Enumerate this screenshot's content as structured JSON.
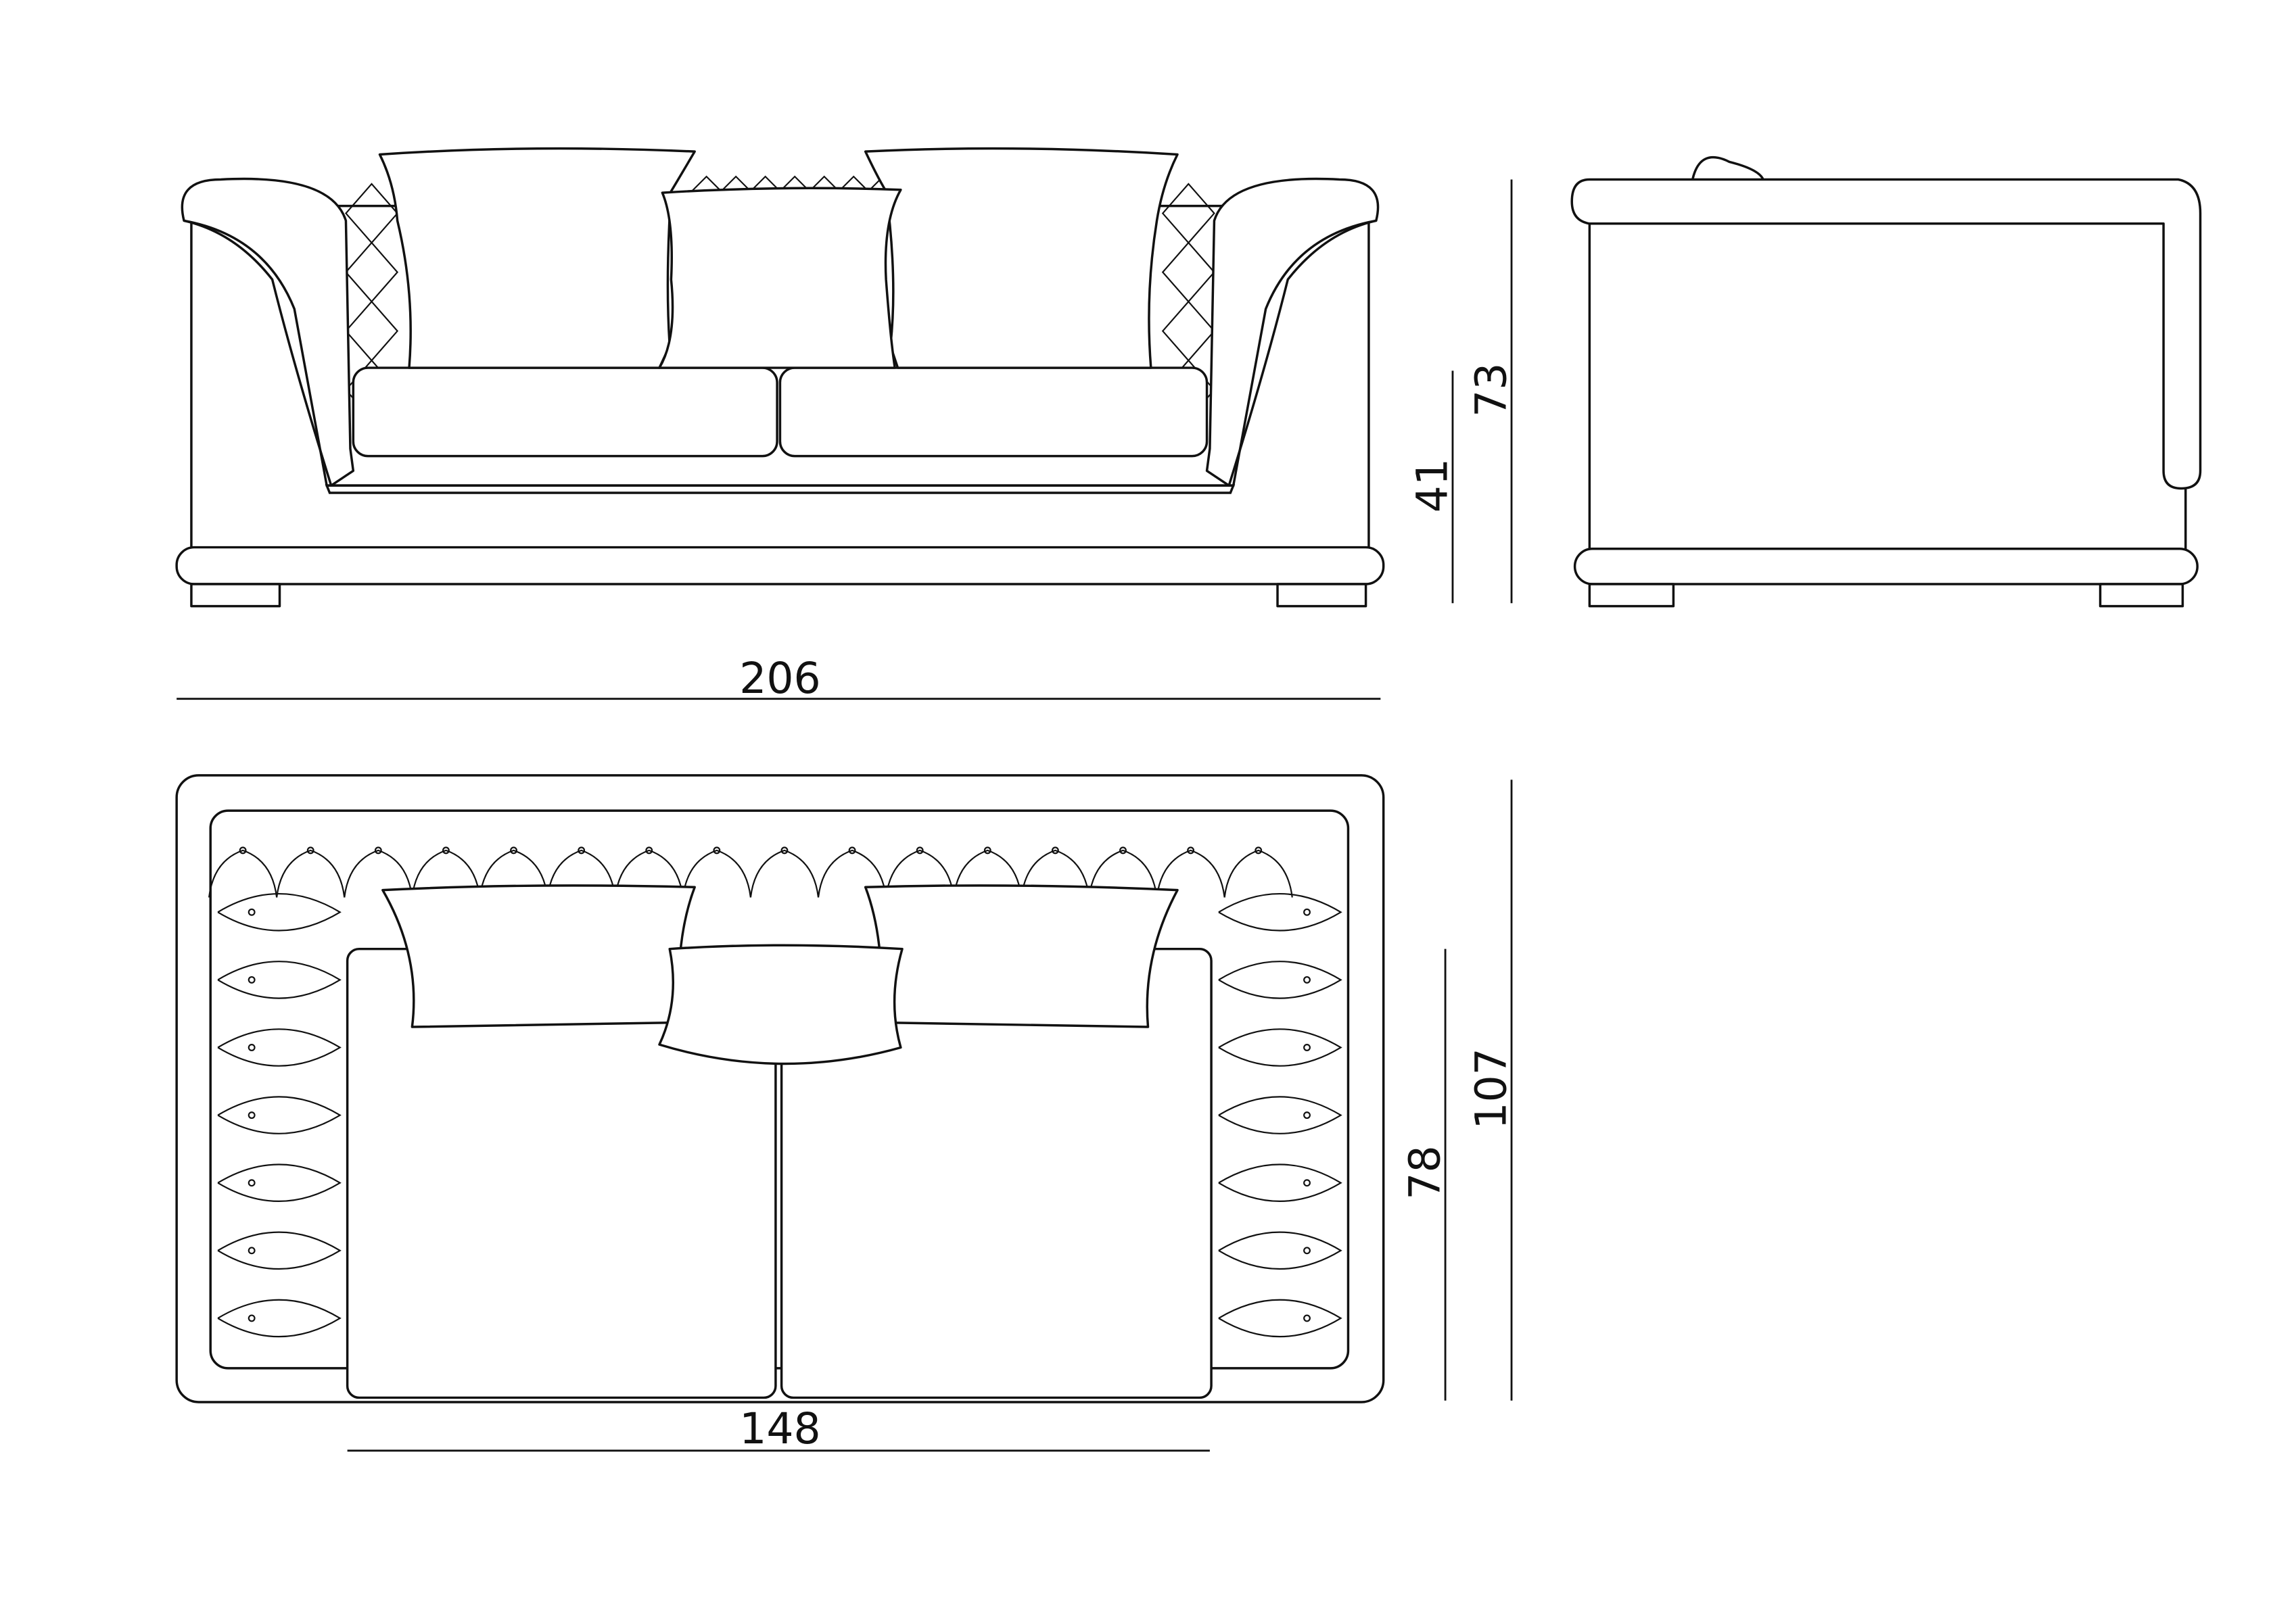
{
  "dimensions": {
    "overall_width": "206",
    "seat_height": "41",
    "overall_height": "73",
    "seat_width": "148",
    "seat_depth": "78",
    "overall_depth": "107"
  }
}
